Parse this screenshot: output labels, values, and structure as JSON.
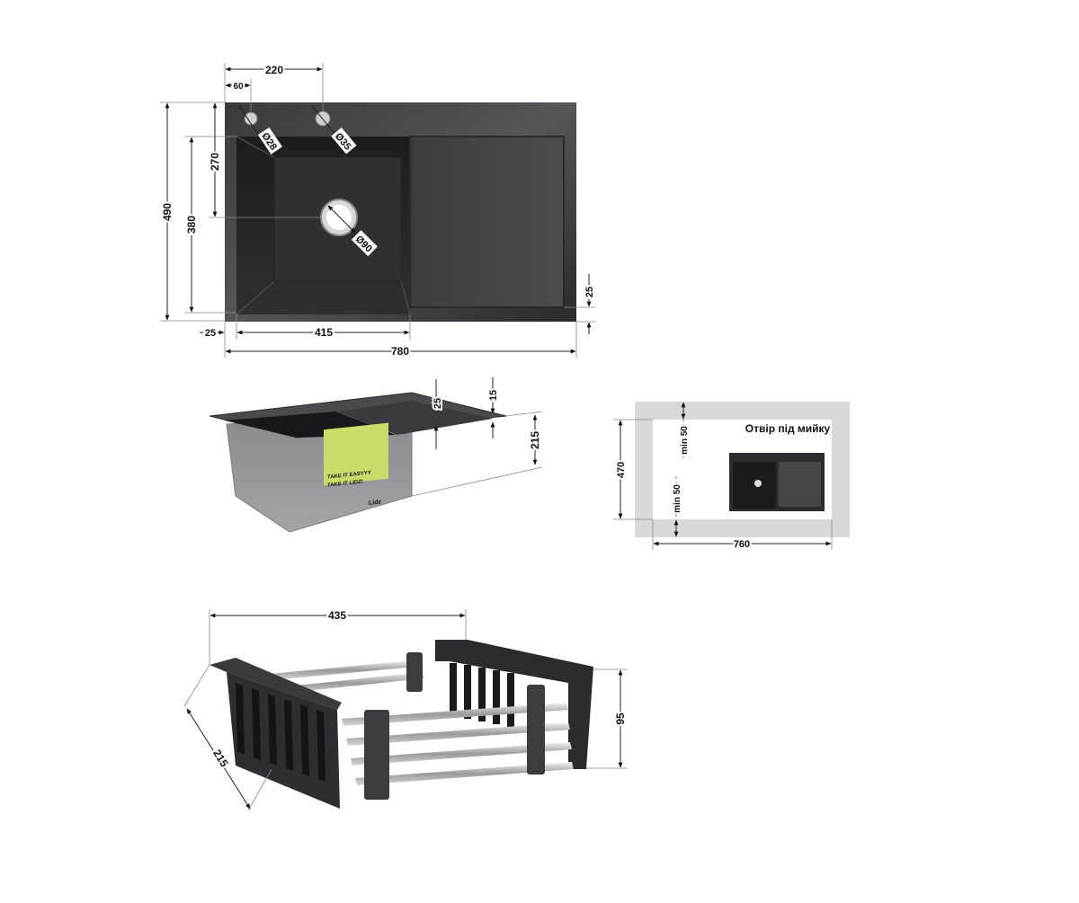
{
  "top_view": {
    "dims": {
      "d220": "220",
      "d60": "60",
      "d490": "490",
      "d380": "380",
      "d270": "270",
      "d28": "Ø28",
      "d35": "Ø35",
      "d90": "Ø90",
      "d25_right": "25",
      "d25_left": "25",
      "d415": "415",
      "d780": "780"
    }
  },
  "side_view": {
    "dims": {
      "d25": "25",
      "d15": "15",
      "d215": "215"
    },
    "label": {
      "line1": "TAKE IT EASYYY",
      "line2": "TAKE IT LIDZ!",
      "brand": "Lidz"
    }
  },
  "cutout_view": {
    "title": "Отвір під мийку",
    "dims": {
      "d470": "470",
      "min50_top": "min 50",
      "min50_bottom": "min 50",
      "d760": "760"
    }
  },
  "basket_view": {
    "dims": {
      "d435": "435",
      "d215": "215",
      "d95": "95"
    }
  },
  "colors": {
    "sink_dark": "#1e1e20",
    "sink_mid": "#3b3b3e",
    "label_green": "#c9dd6a",
    "cutout_grey": "#d9d9d9"
  }
}
